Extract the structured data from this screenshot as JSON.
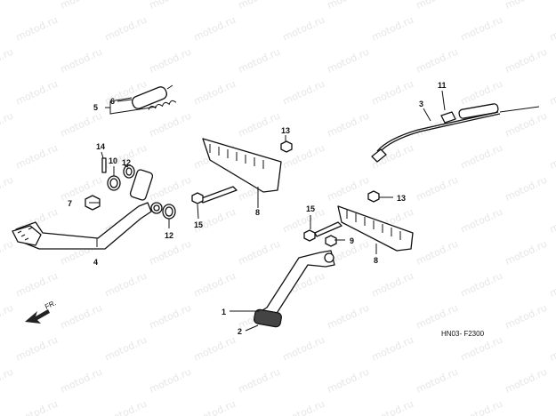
{
  "watermark": "motod.ru",
  "diagram_code": "HN03-  F2300",
  "front_indicator": "FR.",
  "callouts": {
    "c1": "1",
    "c2": "2",
    "c3": "3",
    "c4": "4",
    "c5": "5",
    "c6": "6",
    "c7": "7",
    "c8a": "8",
    "c8b": "8",
    "c9": "9",
    "c10": "10",
    "c11": "11",
    "c12a": "12",
    "c12b": "12",
    "c13a": "13",
    "c13b": "13",
    "c14": "14",
    "c15a": "15",
    "c15b": "15"
  }
}
